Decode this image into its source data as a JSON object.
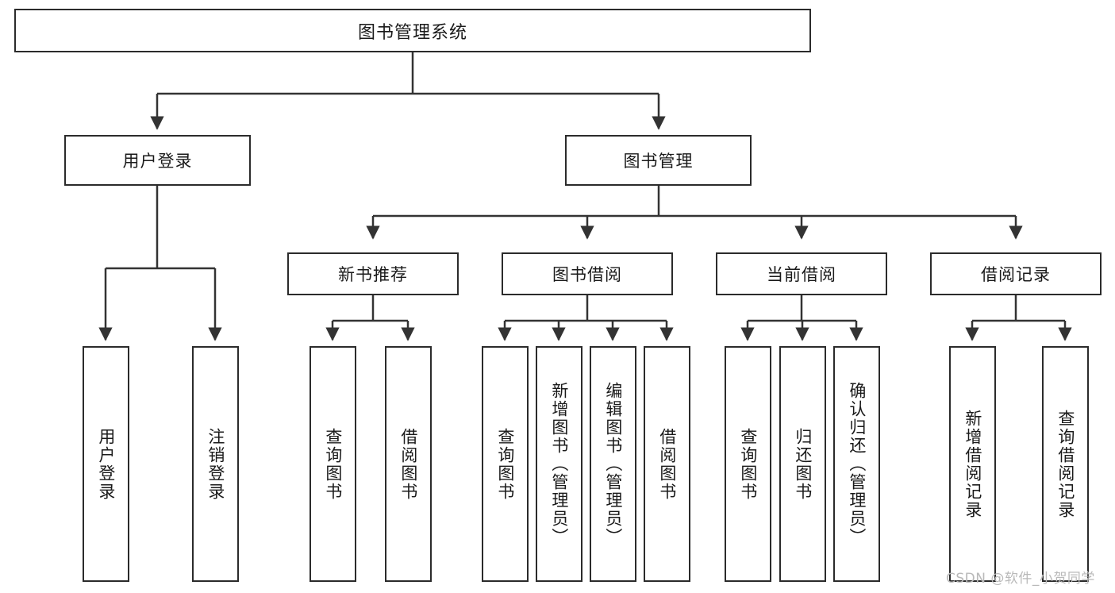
{
  "diagram": {
    "title": "图书管理系统",
    "type": "tree-hierarchy-diagram",
    "colors": {
      "box_border": "#2b2b2b",
      "box_fill": "#ffffff",
      "connector": "#333333",
      "text": "#1a1a1a",
      "watermark": "#b9b9b9"
    },
    "root": {
      "label": "图书管理系统"
    },
    "level2": [
      {
        "label": "用户登录"
      },
      {
        "label": "图书管理"
      }
    ],
    "groups": [
      {
        "label": "新书推荐"
      },
      {
        "label": "图书借阅"
      },
      {
        "label": "当前借阅"
      },
      {
        "label": "借阅记录"
      }
    ],
    "leaves": {
      "user_login": [
        {
          "label": "用户登录"
        },
        {
          "label": "注销登录"
        }
      ],
      "new_book_recommend": [
        {
          "label": "查询图书"
        },
        {
          "label": "借阅图书"
        }
      ],
      "book_borrow": [
        {
          "label": "查询图书"
        },
        {
          "label": "新增图书（管理员）"
        },
        {
          "label": "编辑图书（管理员）"
        },
        {
          "label": "借阅图书"
        }
      ],
      "current_borrow": [
        {
          "label": "查询图书"
        },
        {
          "label": "归还图书"
        },
        {
          "label": "确认归还（管理员）"
        }
      ],
      "borrow_record": [
        {
          "label": "新增借阅记录"
        },
        {
          "label": "查询借阅记录"
        }
      ]
    }
  },
  "watermark": {
    "text": "CSDN @软件_小贺同学"
  }
}
